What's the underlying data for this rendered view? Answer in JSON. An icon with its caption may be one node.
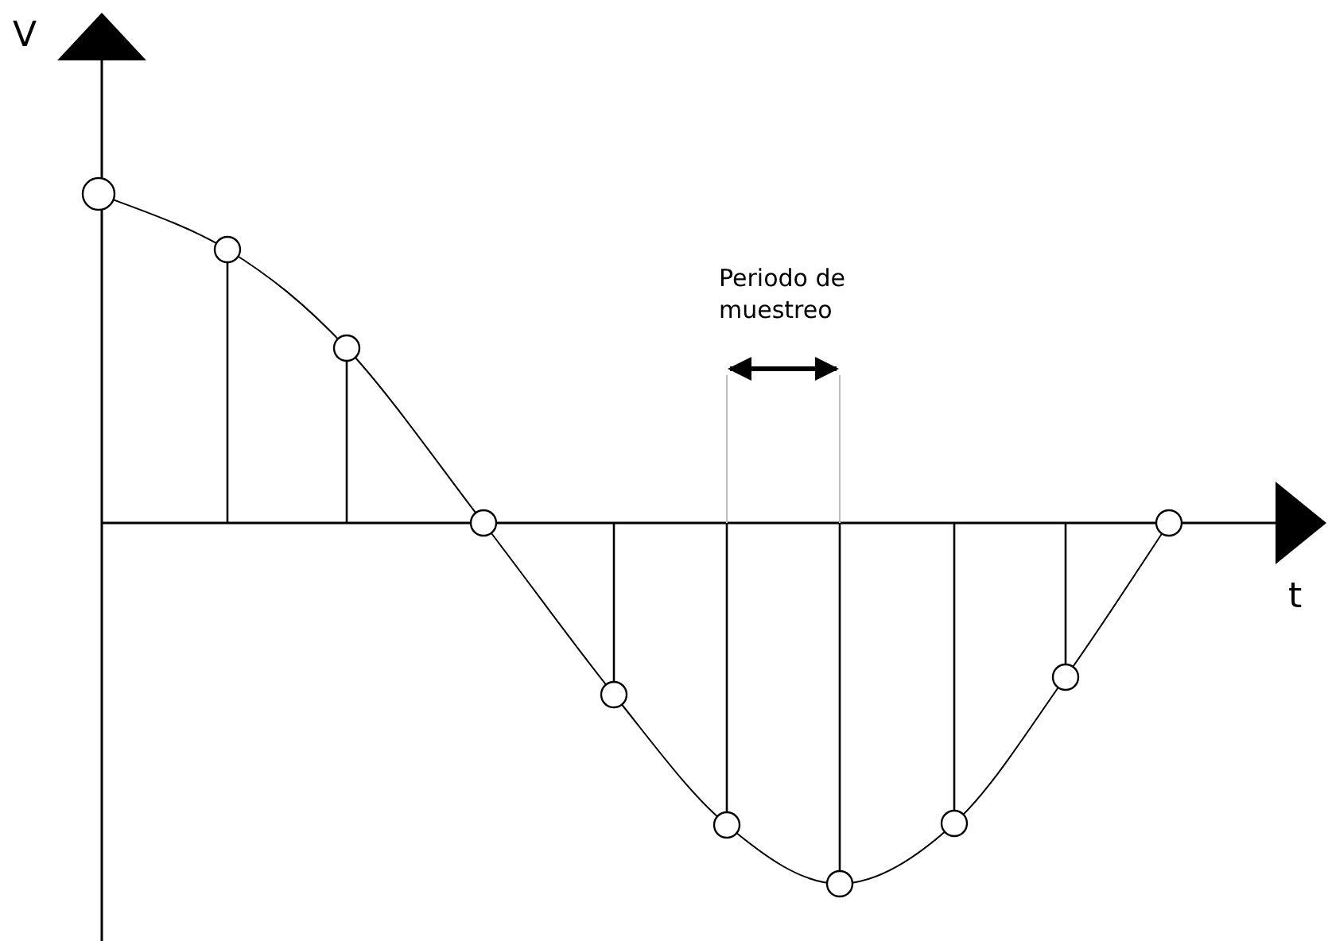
{
  "diagram": {
    "labels": [
      "V",
      "Periodo de muestreo",
      "t"
    ]
  }
}
